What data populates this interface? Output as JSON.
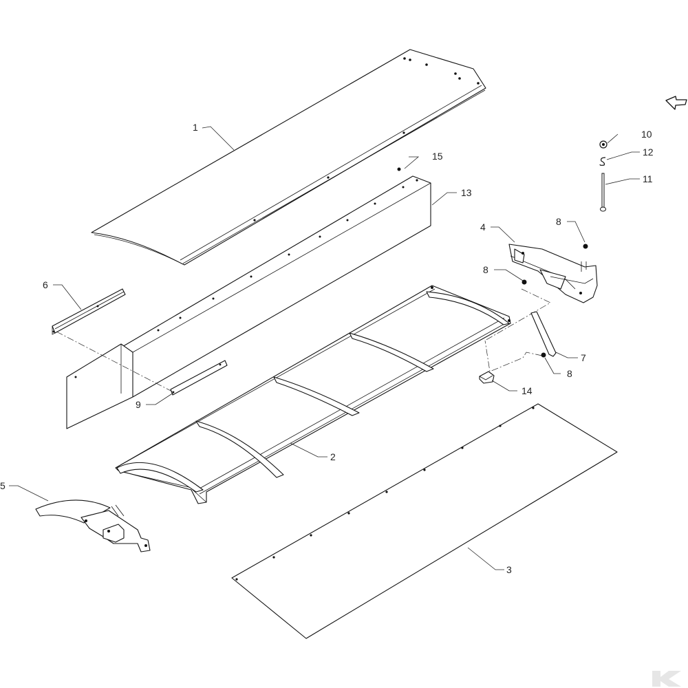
{
  "diagram": {
    "type": "exploded-parts-view",
    "callouts": [
      {
        "id": "c1",
        "label": "1"
      },
      {
        "id": "c2",
        "label": "2"
      },
      {
        "id": "c3",
        "label": "3"
      },
      {
        "id": "c4",
        "label": "4"
      },
      {
        "id": "c5",
        "label": "5"
      },
      {
        "id": "c6",
        "label": "6"
      },
      {
        "id": "c7",
        "label": "7"
      },
      {
        "id": "c8a",
        "label": "8"
      },
      {
        "id": "c8b",
        "label": "8"
      },
      {
        "id": "c8c",
        "label": "8"
      },
      {
        "id": "c9",
        "label": "9"
      },
      {
        "id": "c10",
        "label": "10"
      },
      {
        "id": "c11",
        "label": "11"
      },
      {
        "id": "c12",
        "label": "12"
      },
      {
        "id": "c13",
        "label": "13"
      },
      {
        "id": "c14",
        "label": "14"
      },
      {
        "id": "c15",
        "label": "15"
      }
    ],
    "colors": {
      "line": "#111111",
      "background": "#ffffff",
      "logo": "#e6e6e6"
    },
    "icons": [
      "direction-arrow-icon",
      "brand-logo-icon"
    ]
  }
}
